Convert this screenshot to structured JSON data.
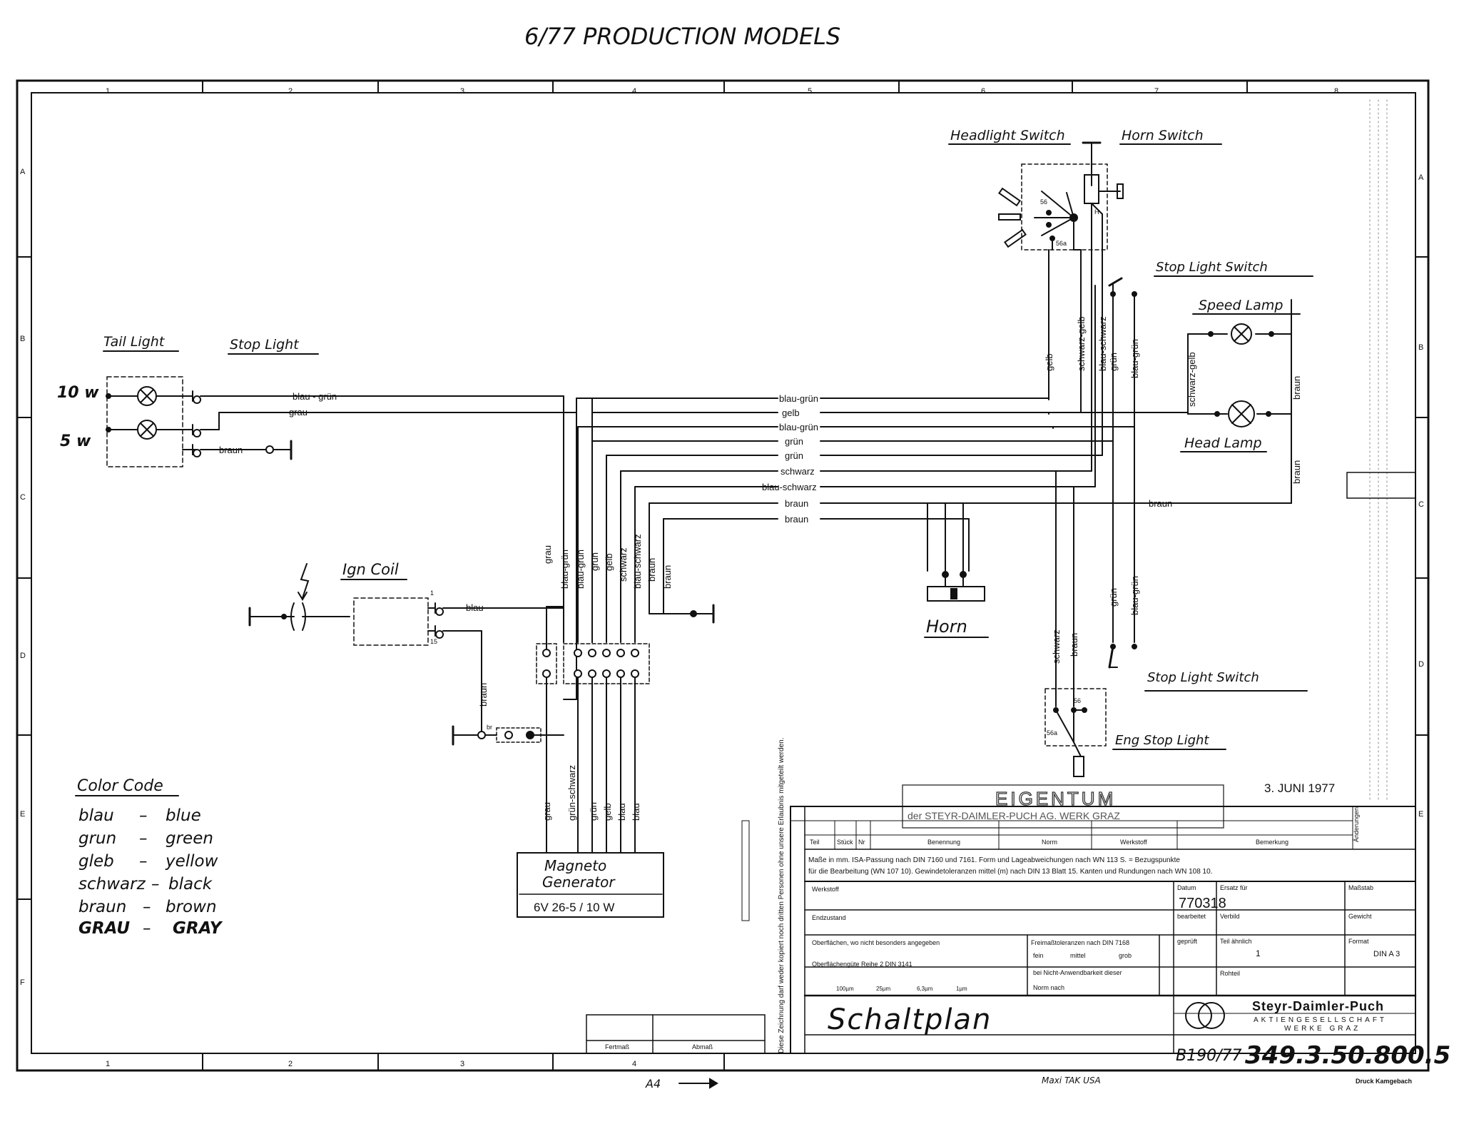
{
  "title": "6/77 PRODUCTION MODELS",
  "grid": {
    "cols": [
      "1",
      "2",
      "3",
      "4",
      "5",
      "6",
      "7",
      "8"
    ],
    "rows": [
      "A",
      "B",
      "C",
      "D",
      "E",
      "F"
    ]
  },
  "components": {
    "tail_light": "Tail Light",
    "stop_light": "Stop Light",
    "w10": "10 w",
    "w5": "5 w",
    "ign_coil": "Ign Coil",
    "ign_t1": "1",
    "ign_t15": "15",
    "headlight_switch": "Headlight Switch",
    "horn_switch": "Horn Switch",
    "hs_56": "56",
    "hs_56a": "56a",
    "hs_h": "H",
    "stop_light_switch_top": "Stop Light Switch",
    "speed_lamp": "Speed Lamp",
    "head_lamp": "Head Lamp",
    "horn": "Horn",
    "stop_light_switch_bottom": "Stop Light Switch",
    "eng_stop_light": "Eng Stop Light",
    "es_56": "56",
    "es_56a": "56a",
    "magneto_line1": "Magneto",
    "magneto_line2": "Generator",
    "magneto_spec": "6V 26-5 / 10 W",
    "br_label": "br"
  },
  "wire_labels": {
    "tail_blau_grun": "blau - grün",
    "tail_grau": "grau",
    "tail_braun": "braun",
    "bus": [
      "blau-grün",
      "gelb",
      "blau-grün",
      "grün",
      "grün",
      "schwarz",
      "blau-schwarz",
      "braun",
      "braun"
    ],
    "bus_right_braun": "braun",
    "ign_blau": "blau",
    "ign_braun": "braun",
    "vertical_upper": [
      "grau",
      "blau-grün",
      "blau-grün",
      "grün",
      "gelb",
      "schwarz",
      "blau-schwarz",
      "braun",
      "braun"
    ],
    "vertical_lower": [
      "grau",
      "grün-schwarz",
      "grün",
      "gelb",
      "blau",
      "blau"
    ],
    "switch_verticals": [
      "gelb",
      "schwarz-gelb",
      "blau-schwarz",
      "grün",
      "blau-grün"
    ],
    "stop_lower": [
      "grün",
      "blau-grün"
    ],
    "eng_stop": [
      "schwarz",
      "braun"
    ],
    "speed_left": "schwarz-gelb",
    "speed_right": "braun",
    "head_braun": "braun"
  },
  "color_code": {
    "heading": "Color Code",
    "entries": [
      {
        "de": "blau",
        "en": "blue"
      },
      {
        "de": "grun",
        "en": "green"
      },
      {
        "de": "gleb",
        "en": "yellow"
      },
      {
        "de": "schwarz",
        "en": "black"
      },
      {
        "de": "braun",
        "en": "brown"
      },
      {
        "de": "GRAU",
        "en": "GRAY"
      }
    ]
  },
  "stamp": {
    "word": "EIGENTUM",
    "line": "der STEYR-DAIMLER-PUCH AG. WERK GRAZ",
    "date": "3. JUNI 1977"
  },
  "title_block": {
    "row_headers": [
      "Teil",
      "Stück",
      "Nr",
      "Benennung",
      "Norm",
      "Werkstoff",
      "Bemerkung"
    ],
    "note_line1": "Maße in mm. ISA-Passung nach DIN 7160 und 7161. Form und Lageabweichungen nach WN 113 S. = Bezugspunkte",
    "note_line2": "für die Bearbeitung (WN 107 10). Gewindetoleranzen mittel (m) nach DIN 13 Blatt 15. Kanten und Rundungen nach WN 108 10.",
    "werkstoff": "Werkstoff",
    "endzustand": "Endzustand",
    "oberflachen": "Oberflächen, wo nicht besonders angegeben",
    "oberflachengute": "Oberflächengüte Reihe 2 DIN 3141",
    "roughness": [
      "100µm",
      "25µm",
      "6,3µm",
      "1µm"
    ],
    "freimass": "Freimaßtoleranzen nach DIN 7168",
    "fein": "fein",
    "mittel": "mittel",
    "grob": "grob",
    "nicht_anwendbar": "bei Nicht-Anwendbarkeit dieser",
    "normnach": "Norm nach",
    "datum": "Datum",
    "date_value": "770318",
    "bearbeitet": "bearbeitet",
    "gepruft": "geprüft",
    "ersatz_fur": "Ersatz für",
    "verbild": "Verbild",
    "teil_ahnlich": "Teil ähnlich",
    "teil_value": "1",
    "rohteil": "Rohteil",
    "massstab": "Maßstab",
    "gewicht": "Gewicht",
    "format": "Format",
    "format_value": "DIN A 3",
    "anderungen": "Änderungen",
    "schaltplan": "Schaltplan",
    "company": "Steyr-Daimler-Puch",
    "company_sub1": "AKTIENGESELLSCHAFT",
    "company_sub2": "WERKE GRAZ",
    "number_prefix": "B190/77",
    "drawing_number": "349.3.50.800.5",
    "bottom_note": "Maxi TAK USA",
    "druck": "Druck Kamgebach",
    "a4_label": "A4",
    "fertigmass": "Fertmaß",
    "abmass": "Abmaß",
    "side_text": "Diese Zeichnung darf weder kopiert noch dritten Personen ohne unsere Erlaubnis mitgeteilt werden."
  }
}
